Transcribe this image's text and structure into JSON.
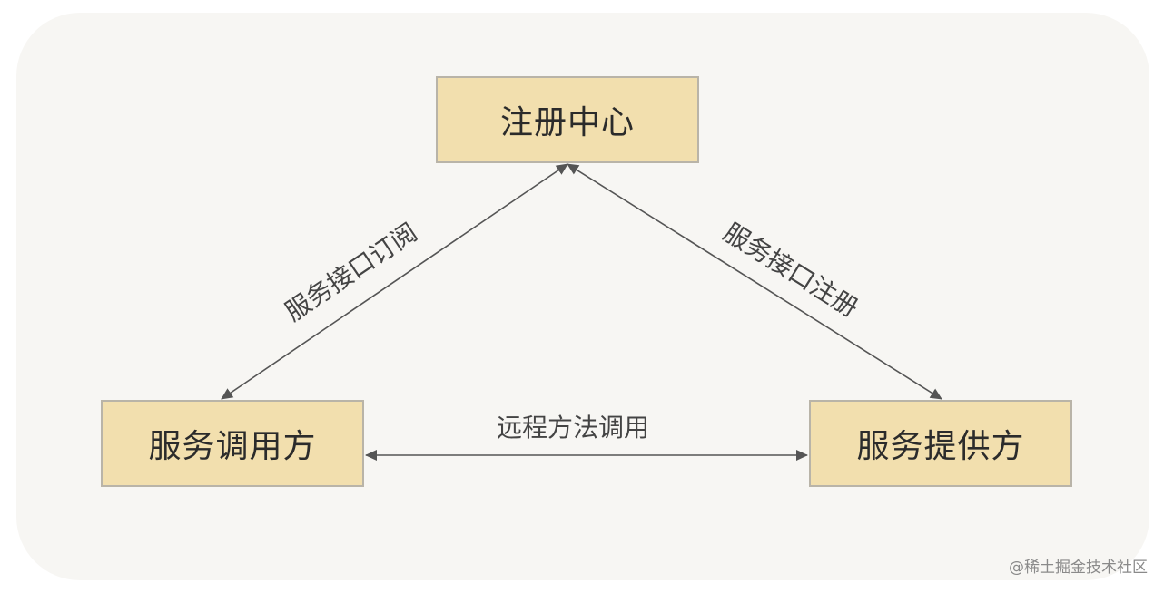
{
  "diagram": {
    "nodes": {
      "registry": "注册中心",
      "consumer": "服务调用方",
      "provider": "服务提供方"
    },
    "edges": {
      "subscribe": "服务接口订阅",
      "register": "服务接口注册",
      "rpc": "远程方法调用"
    }
  },
  "watermark": "@稀土掘金技术社区",
  "colors": {
    "node_fill": "#f2dfae",
    "node_border": "#b9b4a8",
    "edge": "#555555",
    "panel": "#f7f6f3"
  }
}
